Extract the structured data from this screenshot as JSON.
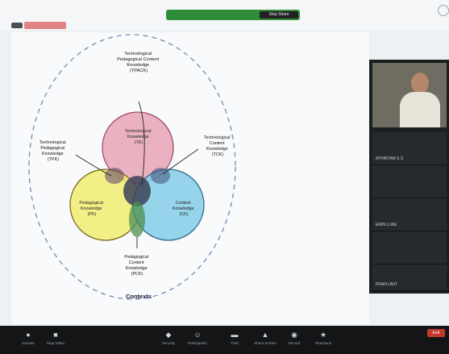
{
  "meeting": {
    "share_stop_label": "Stop Share",
    "end_label": "End"
  },
  "diagram": {
    "tpack_label": [
      "Technological",
      "Pedagogical Content",
      "Knowledge",
      "(TPACK)"
    ],
    "tpk_label": [
      "Technological",
      "Pedagogical",
      "Knowledge",
      "(TPK)"
    ],
    "tck_label": [
      "Technological",
      "Content",
      "Knowledge",
      "(TCK)"
    ],
    "tk_label": [
      "Technological",
      "Knowledge",
      "(TK)"
    ],
    "pk_label": [
      "Pedagogical",
      "Knowledge",
      "(PK)"
    ],
    "ck_label": [
      "Content",
      "Knowledge",
      "(CK)"
    ],
    "pck_label": [
      "Pedagogical",
      "Content",
      "Knowledge",
      "(PCK)"
    ],
    "contexts_label": "Contexts"
  },
  "participants": {
    "camera_name": "",
    "tiles": [
      {
        "name": "ATHIRTAM S S"
      },
      {
        "name": ""
      },
      {
        "name": "ERIN LUKE"
      },
      {
        "name": ""
      },
      {
        "name": "PRAN UNIT"
      }
    ]
  },
  "toolbar": {
    "items": [
      {
        "icon": "microphone-icon",
        "glyph": "●",
        "label": "Unmute"
      },
      {
        "icon": "video-icon",
        "glyph": "■",
        "label": "Stop Video"
      },
      {
        "icon": "security-icon",
        "glyph": "◆",
        "label": "Security"
      },
      {
        "icon": "participants-icon",
        "glyph": "☺",
        "label": "Participants"
      },
      {
        "icon": "chat-icon",
        "glyph": "▬",
        "label": "Chat"
      },
      {
        "icon": "share-screen-icon",
        "glyph": "▲",
        "label": "Share Screen"
      },
      {
        "icon": "record-icon",
        "glyph": "◉",
        "label": "Record"
      },
      {
        "icon": "reactions-icon",
        "glyph": "★",
        "label": "Reactions"
      }
    ]
  },
  "colors": {
    "tk_circle": "#e8a5b5",
    "pk_circle": "#f2ec72",
    "ck_circle": "#85cde8",
    "context_ring": "#7d86b6",
    "share_bar": "#2f8d3a",
    "end_button": "#c0392b"
  }
}
